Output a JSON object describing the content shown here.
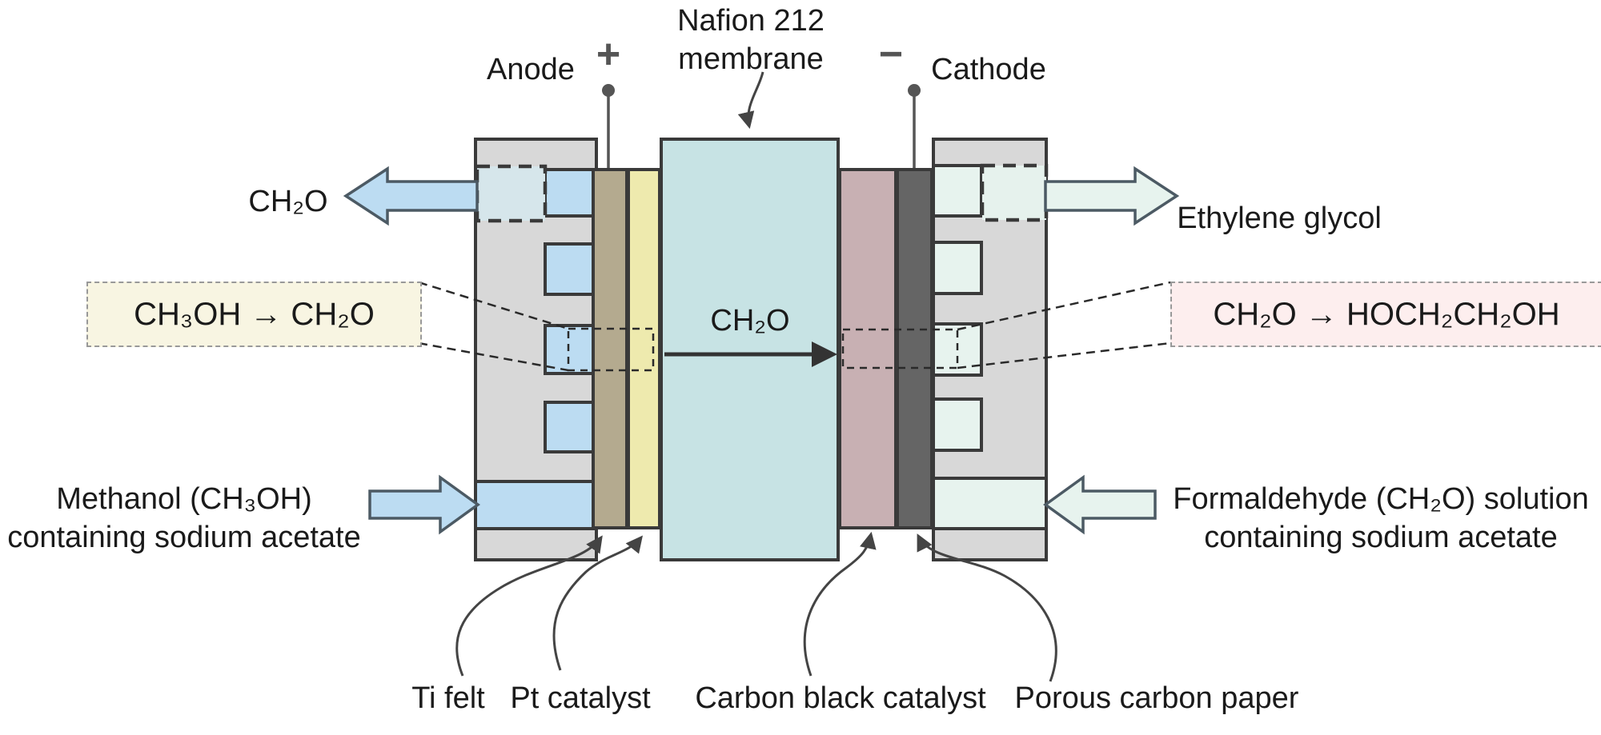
{
  "figure": "membrane-reactor-electrochemical-cell-diagram",
  "terminals": {
    "anode_label": "Anode",
    "anode_sign": "+",
    "cathode_label": "Cathode",
    "cathode_sign": "−"
  },
  "membrane": {
    "label_line1": "Nafion 212",
    "label_line2": "membrane",
    "crossover_species": "CH₂O"
  },
  "anode_side": {
    "outlet_label": "CH₂O",
    "reaction": "CH₃OH → CH₂O",
    "inlet_line1": "Methanol (CH₃OH)",
    "inlet_line2": "containing sodium acetate"
  },
  "cathode_side": {
    "outlet_label": "Ethylene glycol",
    "reaction": "CH₂O → HOCH₂CH₂OH",
    "inlet_line1": "Formaldehyde (CH₂O) solution",
    "inlet_line2": "containing sodium acetate"
  },
  "layers": {
    "ti_felt": "Ti felt",
    "pt_catalyst": "Pt catalyst",
    "carbon_black": "Carbon black catalyst",
    "porous_paper": "Porous carbon paper"
  },
  "colors": {
    "flow_plate": "#d8d8d8",
    "outline": "#3a3a3a",
    "anode_channel": "#bcdcf2",
    "cathode_channel": "#e7f3ee",
    "ti_felt": "#b4aa8f",
    "pt_catalyst": "#eeeaae",
    "membrane": "#c7e3e4",
    "carbon_black": "#c8b0b3",
    "porous_paper": "#656565",
    "anode_reaction_bg": "#f8f5e2",
    "cathode_reaction_bg": "#fdeeee",
    "anode_zone_fill": "#d6e6eb",
    "cathode_zone_fill": "#e6f2ed",
    "terminal": "#555555",
    "arrow_outline": "#4c5a64",
    "leader": "#444444",
    "text": "#1a1a1a"
  }
}
